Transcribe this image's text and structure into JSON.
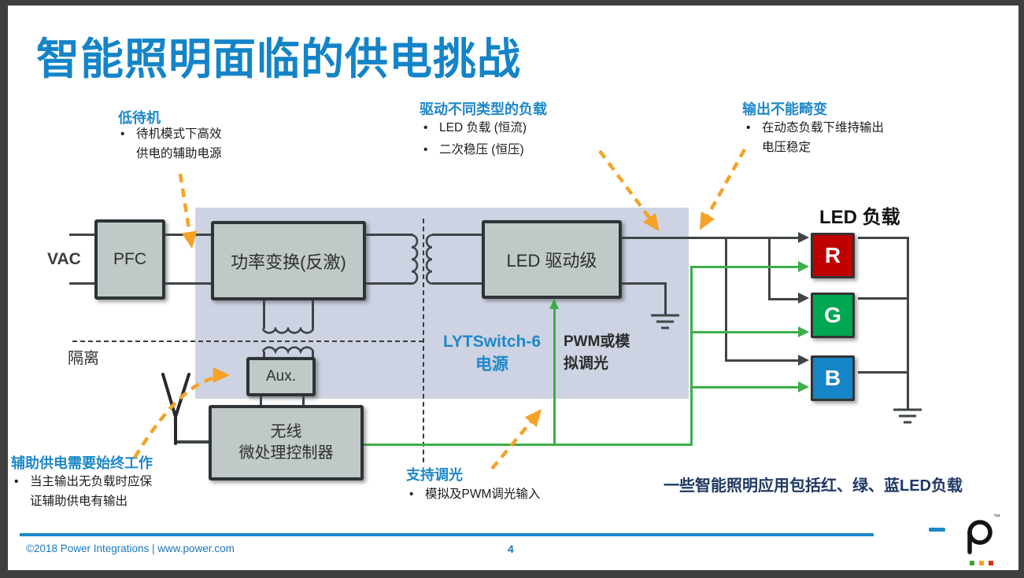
{
  "title": "智能照明面临的供电挑战",
  "bullet_char": "•",
  "annotations": {
    "standby": {
      "title": "低待机",
      "line1": "待机模式下高效",
      "line2": "供电的辅助电源"
    },
    "load_types": {
      "title": "驱动不同类型的负载",
      "item1": "LED 负载 (恒流)",
      "item2": "二次稳压 (恒压)"
    },
    "distortion": {
      "title": "输出不能畸变",
      "line1": "在动态负载下维持输出",
      "line2": "电压稳定"
    },
    "aux_power": {
      "title": "辅助供电需要始终工作",
      "line1": "当主输出无负载时应保",
      "line2": "证辅助供电有输出"
    },
    "dimming": {
      "title": "支持调光",
      "line1": "模拟及PWM调光输入"
    }
  },
  "diagram": {
    "vac_label": "VAC",
    "pfc_label": "PFC",
    "power_stage_label": "功率变换(反激)",
    "led_driver_label": "LED 驱动级",
    "aux_label": "Aux.",
    "mcu_line1": "无线",
    "mcu_line2": "微处理控制器",
    "isolation_label": "隔离",
    "region_line1": "LYTSwitch-6",
    "region_line2": "电源",
    "dim_line1": "PWM或模",
    "dim_line2": "拟调光",
    "led_load_heading": "LED 负载",
    "loads": {
      "r": "R",
      "g": "G",
      "b": "B"
    },
    "caption": "一些智能照明应用包括红、绿、蓝LED负载"
  },
  "footer": {
    "copyright": "©2018 Power Integrations  |  www.power.com",
    "page": "4",
    "trademark": "™"
  },
  "colors": {
    "title_blue": "#1484C8",
    "annotation_blue": "#1E88C9",
    "caption_navy": "#1F3864",
    "orange_arrow": "#F5A227",
    "green_wire": "#3DAE49",
    "black_wire": "#3F4447",
    "region_fill": "#CDD3E2",
    "block_fill": "#C1C9C8",
    "led_red": "#C00000",
    "led_green": "#00A651",
    "led_blue": "#1685C8",
    "footer_blue": "#1B76BD",
    "rule_blue": "#1C88CA"
  }
}
